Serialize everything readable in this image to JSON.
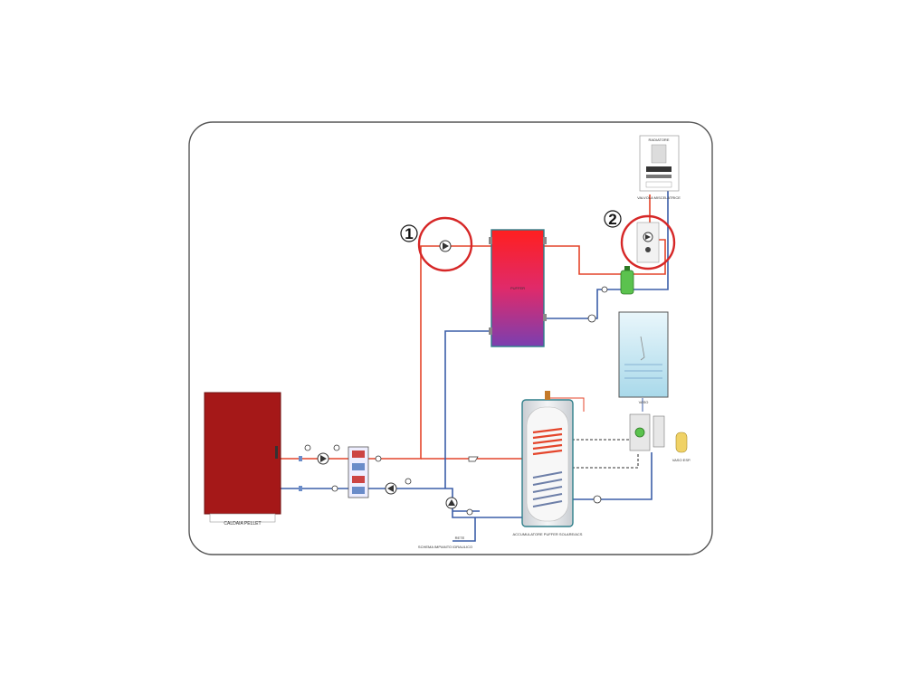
{
  "callouts": [
    {
      "number": "1"
    },
    {
      "number": "2"
    }
  ],
  "labels": {
    "boiler": "CALDAIA PELLET",
    "solar_tank": "ACCUMULATORE PUFFER SOLARE/ACS",
    "bottom_note": "SCHEMA IMPIANTO IDRAULICO",
    "side_tank": "VASO",
    "buffer": "PUFFER",
    "water_feed": "RETE",
    "radiator": "RADIATORE",
    "zone_valve": "VALVOLA MISCELATRICE"
  },
  "colors": {
    "hot_pipe": "#e4452b",
    "cold_pipe": "#3b5ea8",
    "boiler": "#a51818",
    "callout_ring": "#d62727",
    "frame": "#555555"
  }
}
